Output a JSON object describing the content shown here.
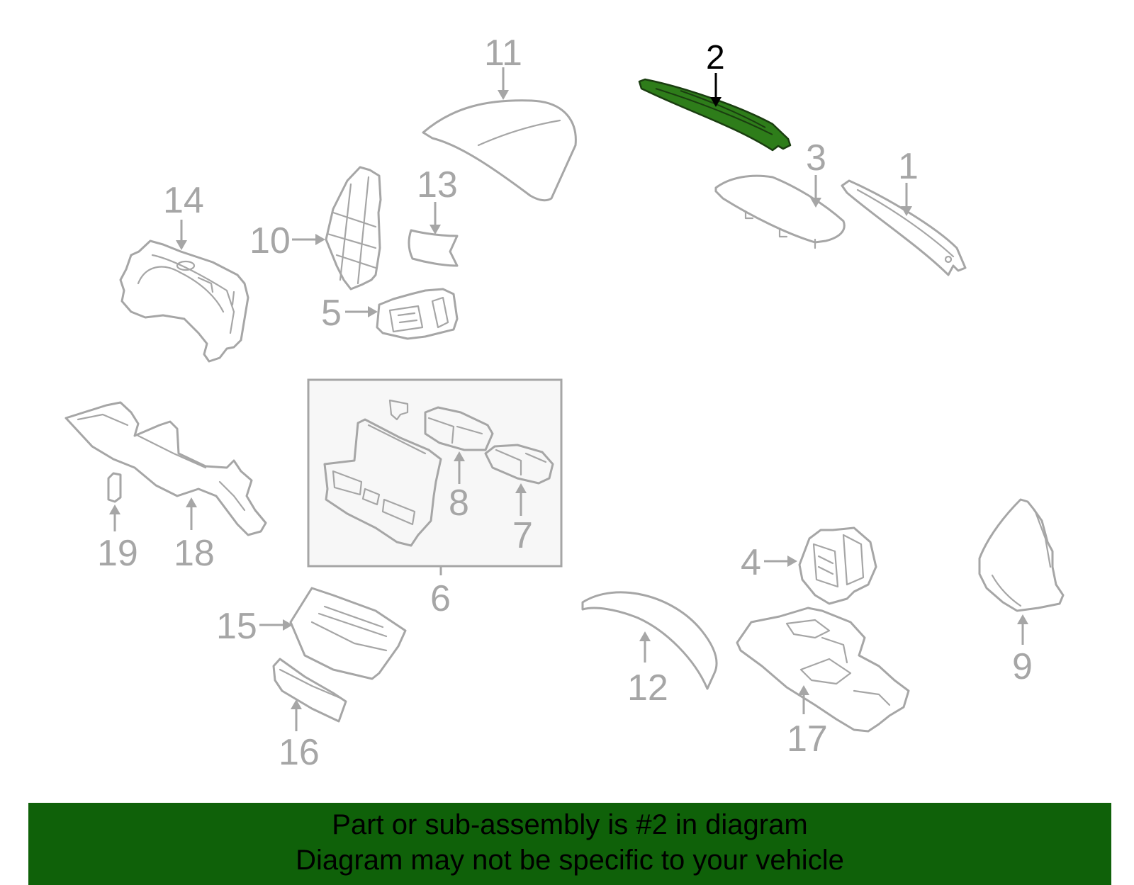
{
  "diagram": {
    "highlighted_part": "2",
    "colors": {
      "part_stroke": "#a6a6a6",
      "highlight_fill": "#2e7d1a",
      "highlight_label": "#000000",
      "banner_bg": "#0f6109"
    },
    "callouts": {
      "c1": "1",
      "c2": "2",
      "c3": "3",
      "c4": "4",
      "c5": "5",
      "c6": "6",
      "c7": "7",
      "c8": "8",
      "c9": "9",
      "c10": "10",
      "c11": "11",
      "c12": "12",
      "c13": "13",
      "c14": "14",
      "c15": "15",
      "c16": "16",
      "c17": "17",
      "c18": "18",
      "c19": "19"
    }
  },
  "banner": {
    "line1": "Part or sub-assembly is #2 in diagram",
    "line2": "Diagram may not be specific to your vehicle"
  }
}
